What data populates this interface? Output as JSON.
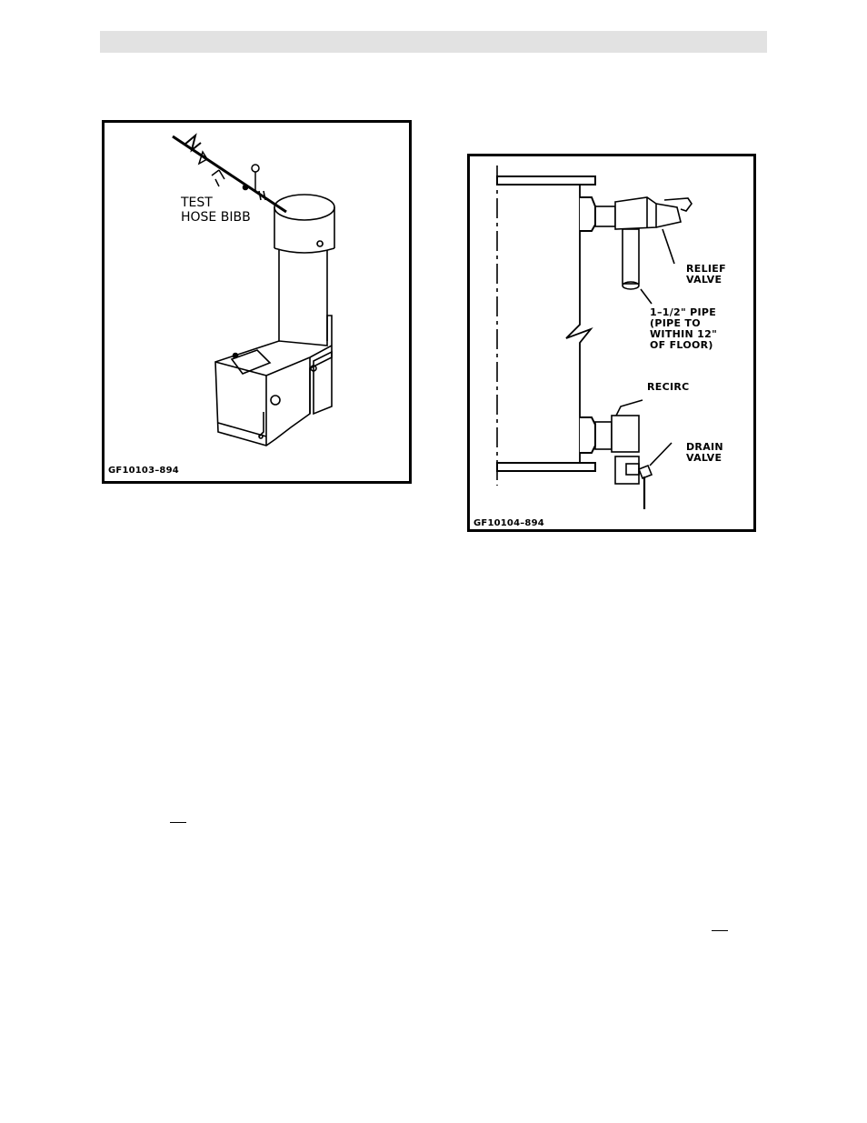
{
  "figure1": {
    "label": "TEST\nHOSE BIBB",
    "id": "GF10103–894"
  },
  "figure2": {
    "relief": "RELIEF\nVALVE",
    "pipe": "1–1/2\" PIPE\n(PIPE TO\nWITHIN 12\"\nOF FLOOR)",
    "recirc": "RECIRC",
    "drain": "DRAIN\nVALVE",
    "id": "GF10104–894"
  }
}
